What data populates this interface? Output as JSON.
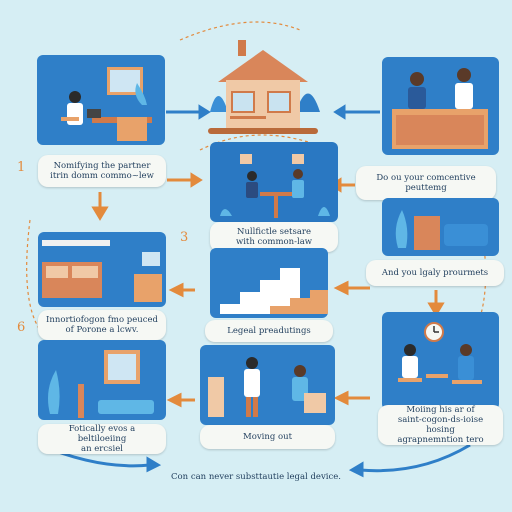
{
  "steps": [
    {
      "number": "1",
      "label": "Nomifying the partner\nitrin domm commo~lew"
    },
    {
      "number": "",
      "label": "Do ou your comcentive\npeuttemg"
    },
    {
      "number": "3",
      "label": "Nullfictle setsare\nwith common-law"
    },
    {
      "number": "",
      "label": "And you lgaly prourmets"
    },
    {
      "number": "6",
      "label": "Innortiofogon fmo peuced\nof Porone a lcwv."
    },
    {
      "number": "",
      "label": "Legeal preadutings"
    },
    {
      "number": "",
      "label": "Fotically evos a beltiloeiing\nan ercsiel"
    },
    {
      "number": "",
      "label": "Moving out"
    },
    {
      "number": "",
      "label": "Moiing his ar of\nsaint-cogon-ds-ioise hosing\nagrapnemntion tero"
    }
  ],
  "footer": "Con can never substtautie legal device.",
  "colors": {
    "background": "#d6eef4",
    "panel": "#2f7fc8",
    "accent": "#e38a3c",
    "text": "#1f3d5c"
  }
}
